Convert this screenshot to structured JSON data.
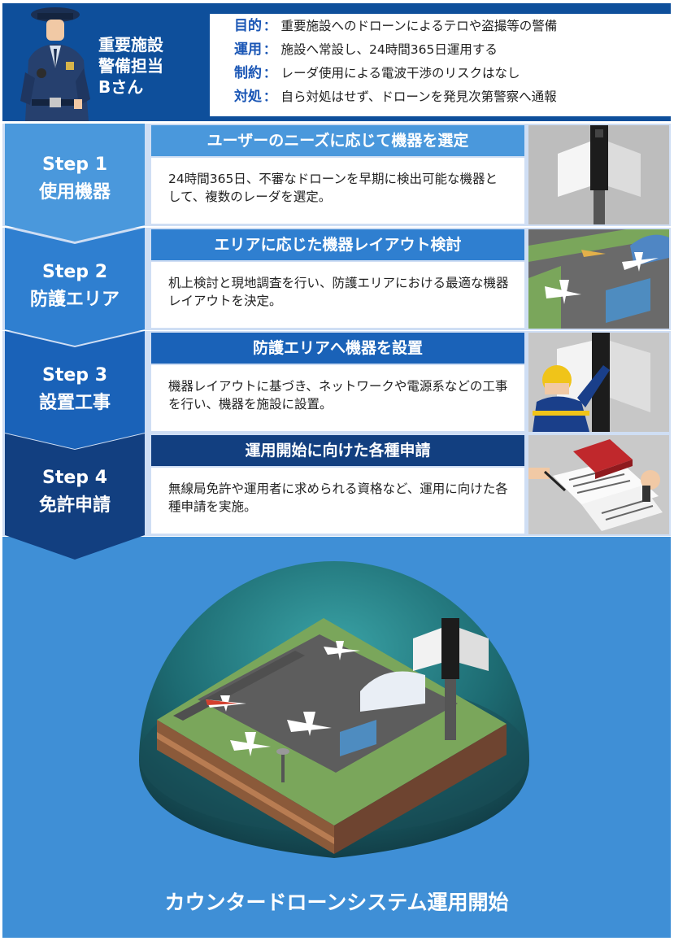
{
  "header": {
    "persona_lines": [
      "重要施設",
      "警備担当",
      "Bさん"
    ],
    "rows": [
      {
        "key": "目的",
        "sep": "：",
        "text": "重要施設へのドローンによるテロや盗撮等の警備"
      },
      {
        "key": "運用",
        "sep": "：",
        "text": "施設へ常設し、24時間365日運用する"
      },
      {
        "key": "制約",
        "sep": "：",
        "text": "レーダ使用による電波干渉のリスクはなし"
      },
      {
        "key": "対処",
        "sep": "：",
        "text": "自ら対処はせず、ドローンを発見次第警察へ通報"
      }
    ]
  },
  "steps": [
    {
      "label": "Step 1",
      "sublabel": "使用機器",
      "title": "ユーザーのニーズに応じて機器を選定",
      "body": "24時間365日、不審なドローンを早期に検出可能な機器として、複数のレーダを選定。"
    },
    {
      "label": "Step 2",
      "sublabel": "防護エリア",
      "title": "エリアに応じた機器レイアウト検討",
      "body": "机上検討と現地調査を行い、防護エリアにおける最適な機器レイアウトを決定。"
    },
    {
      "label": "Step 3",
      "sublabel": "設置工事",
      "title": "防護エリアへ機器を設置",
      "body": "機器レイアウトに基づき、ネットワークや電源系などの工事を行い、機器を施設に設置。"
    },
    {
      "label": "Step 4",
      "sublabel": "免許申請",
      "title": "運用開始に向けた各種申請",
      "body": "無線局免許や運用者に求められる資格など、運用に向けた各種申請を実施。"
    }
  ],
  "final": "カウンタードローンシステム運用開始",
  "colors": {
    "header_bg": "#0e4f9b",
    "step_colors": [
      "#4a98dc",
      "#2f7fd0",
      "#1a62b8",
      "#123f80"
    ],
    "key_text": "#1a56b5",
    "panel_bg": "#cfdef4",
    "bottom_bg": "#3f8fd6"
  },
  "icons": [
    "security-guard-icon",
    "radar-sensor-icon",
    "airport-layout-icon",
    "installation-worker-icon",
    "license-application-icon",
    "protected-airport-dome-icon"
  ]
}
